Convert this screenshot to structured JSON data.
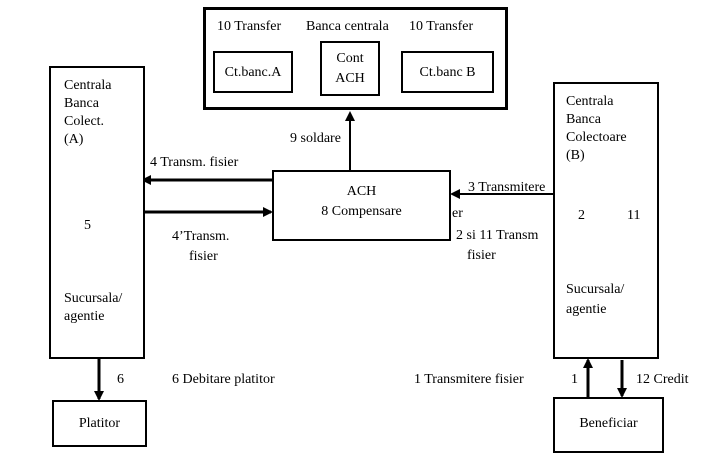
{
  "nodes": {
    "banca_centrala": {
      "title": "Banca centrala",
      "left_transfer": "10 Transfer",
      "right_transfer": "10 Transfer"
    },
    "ct_banc_a": "Ct.banc.A",
    "cont_ach": [
      "Cont",
      "ACH"
    ],
    "ct_banc_b": "Ct.banc B",
    "central_a": {
      "line1": "Centrala",
      "line2": "Banca",
      "line3": "Colect.",
      "line4": "(A)",
      "bottom1": "Sucursala/",
      "bottom2": "agentie"
    },
    "central_b": {
      "line1": "Centrala",
      "line2": "Banca",
      "line3": "Colectoare",
      "line4": "(B)",
      "bottom1": "Sucursala/",
      "bottom2": "agentie"
    },
    "ach": {
      "line1": "ACH",
      "line2": "8  Compensare"
    },
    "platitor": "Platitor",
    "beneficiar": "Beneficiar"
  },
  "edge_labels": {
    "soldare": "9 soldare",
    "transm_fisier_4": "4 Transm. fisier",
    "transm_fisier_4p_1": "4’Transm.",
    "transm_fisier_4p_2": "fisier",
    "transmitere_3": "3 Transmitere",
    "fragment_er": "er",
    "si_11_1": "2 si 11 Transm",
    "si_11_2": "fisier",
    "step5": "5",
    "step2": "2",
    "step11": "11",
    "step6": "6",
    "debitare": "6 Debitare platitor",
    "transmitere_1": "1 Transmitere fisier",
    "step1": "1",
    "credit_12": "12 Credit"
  }
}
